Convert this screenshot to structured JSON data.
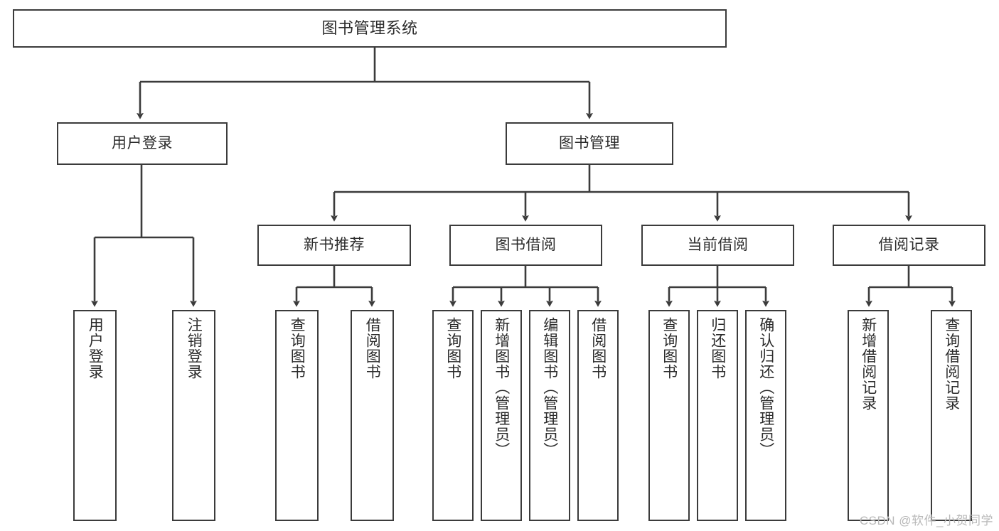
{
  "diagram": {
    "type": "tree-hierarchy",
    "title": "图书管理系统",
    "watermark": "CSDN @软件_小贺同学",
    "colors": {
      "background": "#ffffff",
      "box_border": "#3b3b3b",
      "connector": "#3b3b3b",
      "text": "#2b2b2b",
      "watermark": "#b9b9b9"
    },
    "nodes": {
      "root": {
        "id": "root",
        "label": "图书管理系统",
        "level": 1,
        "orientation": "horizontal"
      },
      "l2": [
        {
          "id": "user-login",
          "label": "用户登录",
          "level": 2,
          "orientation": "horizontal"
        },
        {
          "id": "book-manage",
          "label": "图书管理",
          "level": 2,
          "orientation": "horizontal"
        }
      ],
      "l3": [
        {
          "id": "new-book-rec",
          "label": "新书推荐",
          "level": 3,
          "orientation": "horizontal",
          "parent": "book-manage"
        },
        {
          "id": "book-borrow",
          "label": "图书借阅",
          "level": 3,
          "orientation": "horizontal",
          "parent": "book-manage"
        },
        {
          "id": "current-borrow",
          "label": "当前借阅",
          "level": 3,
          "orientation": "horizontal",
          "parent": "book-manage"
        },
        {
          "id": "borrow-record",
          "label": "借阅记录",
          "level": 3,
          "orientation": "horizontal",
          "parent": "book-manage"
        }
      ],
      "leaves": [
        {
          "id": "leaf-user-login",
          "label": "用户登录",
          "parent": "user-login"
        },
        {
          "id": "leaf-logout-login",
          "label": "注销登录",
          "parent": "user-login"
        },
        {
          "id": "leaf-query-book-1",
          "label": "查询图书",
          "parent": "new-book-rec"
        },
        {
          "id": "leaf-borrow-book-1",
          "label": "借阅图书",
          "parent": "new-book-rec"
        },
        {
          "id": "leaf-query-book-2",
          "label": "查询图书",
          "parent": "book-borrow"
        },
        {
          "id": "leaf-add-book",
          "label": "新增图书（管理员）",
          "parent": "book-borrow"
        },
        {
          "id": "leaf-edit-book",
          "label": "编辑图书（管理员）",
          "parent": "book-borrow"
        },
        {
          "id": "leaf-borrow-book-2",
          "label": "借阅图书",
          "parent": "book-borrow"
        },
        {
          "id": "leaf-query-book-3",
          "label": "查询图书",
          "parent": "current-borrow"
        },
        {
          "id": "leaf-return-book",
          "label": "归还图书",
          "parent": "current-borrow"
        },
        {
          "id": "leaf-confirm-return",
          "label": "确认归还（管理员）",
          "parent": "current-borrow"
        },
        {
          "id": "leaf-add-record",
          "label": "新增借阅记录",
          "parent": "borrow-record"
        },
        {
          "id": "leaf-query-record",
          "label": "查询借阅记录",
          "parent": "borrow-record"
        }
      ]
    }
  }
}
